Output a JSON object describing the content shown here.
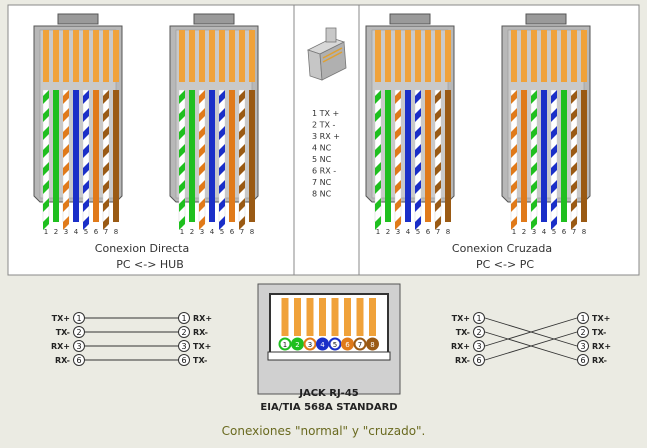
{
  "palette": {
    "background": "#ebebe3",
    "panel": "#ffffff",
    "panel_border": "#888888",
    "plug_body": "#b8b8b8",
    "plug_outline": "#555555",
    "gold_contact": "#f0a23a",
    "green": "#1fbf1f",
    "orange": "#e07a1a",
    "blue": "#1a2fc8",
    "brown": "#9a5a14",
    "white": "#ffffff",
    "text": "#333333"
  },
  "connectors": {
    "pin_numbers": [
      "1",
      "2",
      "3",
      "4",
      "5",
      "6",
      "7",
      "8"
    ],
    "straight_a": [
      "white-green",
      "green",
      "white-orange",
      "blue",
      "white-blue",
      "orange",
      "white-brown",
      "brown"
    ],
    "straight_b": [
      "white-green",
      "green",
      "white-orange",
      "blue",
      "white-blue",
      "orange",
      "white-brown",
      "brown"
    ],
    "cross_a": [
      "white-green",
      "green",
      "white-orange",
      "blue",
      "white-blue",
      "orange",
      "white-brown",
      "brown"
    ],
    "cross_b": [
      "white-orange",
      "orange",
      "white-green",
      "blue",
      "white-blue",
      "green",
      "white-brown",
      "brown"
    ]
  },
  "labels": {
    "left_title": "Conexion Directa",
    "left_sub": "PC <-> HUB",
    "right_title": "Conexion Cruzada",
    "right_sub": "PC <-> PC"
  },
  "pinout": [
    "1 TX +",
    "2 TX -",
    "3 RX +",
    "4 NC",
    "5 NC",
    "6 RX -",
    "7 NC",
    "8 NC"
  ],
  "straight_diagram": {
    "left": [
      {
        "label": "TX+",
        "pin": "1"
      },
      {
        "label": "TX-",
        "pin": "2"
      },
      {
        "label": "RX+",
        "pin": "3"
      },
      {
        "label": "RX-",
        "pin": "6"
      }
    ],
    "right": [
      {
        "label": "RX+",
        "pin": "1"
      },
      {
        "label": "RX-",
        "pin": "2"
      },
      {
        "label": "TX+",
        "pin": "3"
      },
      {
        "label": "TX-",
        "pin": "6"
      }
    ]
  },
  "cross_diagram": {
    "left": [
      {
        "label": "TX+",
        "pin": "1"
      },
      {
        "label": "TX-",
        "pin": "2"
      },
      {
        "label": "RX+",
        "pin": "3"
      },
      {
        "label": "RX-",
        "pin": "6"
      }
    ],
    "right": [
      {
        "label": "TX+",
        "pin": "1"
      },
      {
        "label": "TX-",
        "pin": "2"
      },
      {
        "label": "RX+",
        "pin": "3"
      },
      {
        "label": "RX-",
        "pin": "6"
      }
    ]
  },
  "jack": {
    "title": "JACK RJ-45",
    "subtitle": "EIA/TIA 568A STANDARD",
    "pin_numbers": [
      "1",
      "2",
      "3",
      "4",
      "5",
      "6",
      "7",
      "8"
    ]
  },
  "caption": "Conexiones \"normal\" y \"cruzado\"."
}
